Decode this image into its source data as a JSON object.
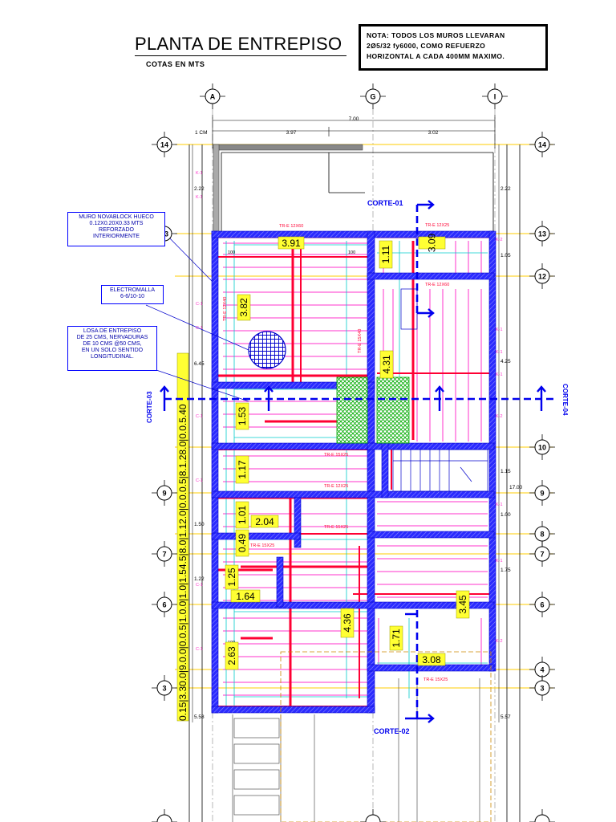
{
  "title": "PLANTA DE ENTREPISO",
  "subtitle": "COTAS EN MTS",
  "note": {
    "lines": [
      "NOTA: TODOS LOS MUROS LLEVARAN",
      "2Ø5/32 fy6000, COMO REFUERZO",
      "HORIZONTAL A CADA 400MM MAXIMO."
    ]
  },
  "callouts": {
    "wall": [
      "MURO NOVABLOCK HUECO",
      "0.12X0.20X0.33 MTS",
      "REFORZADO",
      "INTERIORMENTE"
    ],
    "mesh": [
      "ELECTROMALLA",
      "6-6/10-10"
    ],
    "slab": [
      "LOSA DE ENTREPISO",
      "DE 25 CMS, NERVADURAS",
      "DE 10 CMS @50 CMS,",
      "EN UN SOLO SENTIDO",
      "LONGITUDINAL."
    ]
  },
  "grid": {
    "columns": [
      "A",
      "G",
      "I"
    ],
    "rows": [
      "14",
      "13",
      "12",
      "10",
      "9",
      "8",
      "7",
      "6",
      "4",
      "3"
    ]
  },
  "dims": {
    "overall": "7.00",
    "top_left": "1 CM",
    "top_mid": "3.97",
    "top_right": "3.02",
    "left_222": "2.22",
    "right_222": "2.22",
    "r_105": "1.05",
    "r_425": "4.25",
    "r_115": "1.15",
    "r_1700": "17.00",
    "r_100": "1.00",
    "r_175": "1.75",
    "r_557": "5.57",
    "l_645": "6.45",
    "l_150": "1.50",
    "l_122": "1.22",
    "l_558": "5.58",
    "chain": "0.15|3.30.0|9.0.0|0.0.5|1.0.0|1.0|1.54.5|8.0|1.12.0|0.0.0.5|8.1.28.0|0.0.5.40"
  },
  "levels": [
    "3.91",
    "1.11",
    "3.09",
    "3.82",
    "4.31",
    "1.53",
    "1.17",
    "1.01",
    "2.04",
    "0.49",
    "1.25",
    "1.64",
    "4.36",
    "1.71",
    "3.45",
    "2.63",
    "3.08"
  ],
  "cuts": [
    "CORTE-01",
    "CORTE-02",
    "CORTE-03",
    "CORTE-04"
  ],
  "beams": [
    "TR-E 12X60",
    "TR-E 12X25",
    "TR-E 15X25",
    "TR-E 12X60",
    "TR-E 12X40",
    "TR-E 15X40",
    "TR-E 12X25",
    "TR-E 15X25",
    "TR-E 15X25",
    "TR-E 15X25"
  ],
  "ties": [
    "K-1",
    "K-2",
    "C-1",
    "100"
  ],
  "colors": {
    "wall": "#2a2aff",
    "wall_hatch": "#4444ff",
    "beam": "#ff0033",
    "joist": "#ff33cc",
    "axis": "#ffcc00",
    "cut": "#0000ee",
    "level_box": "#ffff33",
    "mesh": "#00cc00",
    "dim": "#000000",
    "cyan": "#00cccc"
  },
  "icons": {
    "grid_marker": "circle-crosshair-icon",
    "cut_arrow": "section-arrow-icon",
    "mesh": "hatched-circle-icon"
  }
}
